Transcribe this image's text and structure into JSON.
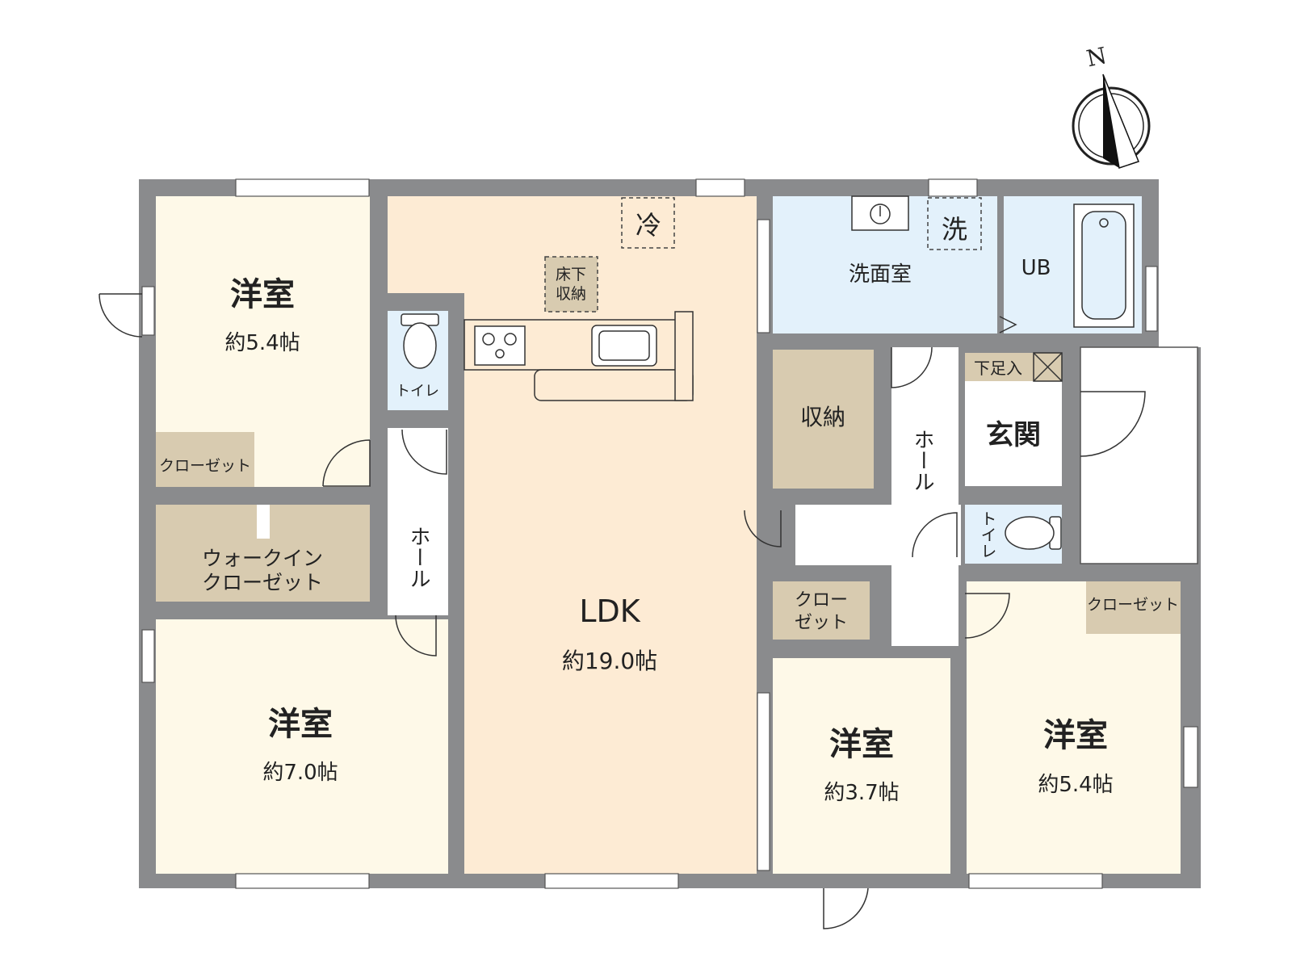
{
  "compass": {
    "north_label": "N"
  },
  "colors": {
    "wall": "#8a8b8d",
    "bedroom": "#fef9e8",
    "ldk": "#fdebd4",
    "wet_area": "#e3f1fb",
    "storage": "#d8cbb0",
    "hall": "#ffffff"
  },
  "rooms": {
    "bedroom_nw": {
      "label": "洋室",
      "size": "約5.4帖"
    },
    "bedroom_sw": {
      "label": "洋室",
      "size": "約7.0帖"
    },
    "ldk": {
      "label": "LDK",
      "size": "約19.0帖"
    },
    "bedroom_sc": {
      "label": "洋室",
      "size": "約3.7帖"
    },
    "bedroom_se": {
      "label": "洋室",
      "size": "約5.4帖"
    },
    "washroom": {
      "label": "洗面室"
    },
    "bath": {
      "label": "UB"
    },
    "storage": {
      "label": "収納"
    },
    "entrance": {
      "label": "玄関"
    },
    "hall_left": {
      "label": "ホール"
    },
    "hall_right": {
      "label": "ホール"
    },
    "toilet_left": {
      "label": "トイレ"
    },
    "toilet_right": {
      "label": "トイレ"
    },
    "closet_nw": {
      "label": "クローゼット"
    },
    "wic": {
      "label_line1": "ウォークイン",
      "label_line2": "クローゼット"
    },
    "closet_sc": {
      "label_line1": "クロー",
      "label_line2": "ゼット"
    },
    "closet_se": {
      "label": "クローゼット"
    }
  },
  "fixtures": {
    "fridge": "冷",
    "washer": "洗",
    "underfloor_line1": "床下",
    "underfloor_line2": "収納",
    "shoe_box": "下足入"
  }
}
